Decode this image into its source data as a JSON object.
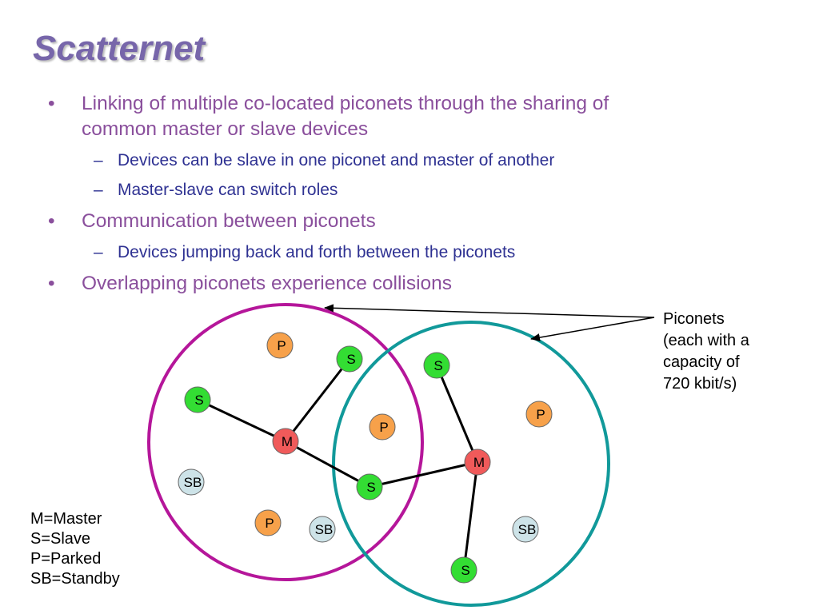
{
  "title": "Scatternet",
  "bullets": [
    {
      "text_lines": [
        "Linking of multiple co-located piconets through the sharing of",
        "common master or slave devices"
      ],
      "subs": [
        "Devices can be slave in one piconet and master of another",
        "Master-slave can switch roles"
      ]
    },
    {
      "text_lines": [
        "Communication between piconets"
      ],
      "subs": [
        "Devices jumping back and forth between the piconets"
      ]
    },
    {
      "text_lines": [
        "Overlapping piconets experience collisions"
      ],
      "subs": []
    }
  ],
  "bullet_glyph": "•",
  "sub_glyph": "–",
  "legend": [
    "M=Master",
    "S=Slave",
    "P=Parked",
    "SB=Standby"
  ],
  "callout_lines": [
    "Piconets",
    "(each with a",
    "capacity of",
    "720 kbit/s)"
  ],
  "colors": {
    "piconet_left": "#b5169a",
    "piconet_right": "#11999a",
    "master": "#f05a5a",
    "slave": "#33dd33",
    "parked": "#f7a14a",
    "standby": "#cde3e8",
    "link": "#000000"
  },
  "nodes": [
    {
      "id": "m1",
      "label": "M",
      "role": "master"
    },
    {
      "id": "m2",
      "label": "M",
      "role": "master"
    },
    {
      "id": "s1",
      "label": "S",
      "role": "slave"
    },
    {
      "id": "s2",
      "label": "S",
      "role": "slave"
    },
    {
      "id": "s3",
      "label": "S",
      "role": "slave"
    },
    {
      "id": "s4",
      "label": "S",
      "role": "slave"
    },
    {
      "id": "s5",
      "label": "S",
      "role": "slave"
    },
    {
      "id": "p1",
      "label": "P",
      "role": "parked"
    },
    {
      "id": "p2",
      "label": "P",
      "role": "parked"
    },
    {
      "id": "p3",
      "label": "P",
      "role": "parked"
    },
    {
      "id": "p4",
      "label": "P",
      "role": "parked"
    },
    {
      "id": "sb1",
      "label": "SB",
      "role": "standby"
    },
    {
      "id": "sb2",
      "label": "SB",
      "role": "standby"
    },
    {
      "id": "sb3",
      "label": "SB",
      "role": "standby"
    }
  ],
  "links": [
    [
      "m1",
      "s1"
    ],
    [
      "m1",
      "s2"
    ],
    [
      "m1",
      "s3"
    ],
    [
      "m2",
      "s3"
    ],
    [
      "m2",
      "s4"
    ],
    [
      "m2",
      "s5"
    ]
  ]
}
